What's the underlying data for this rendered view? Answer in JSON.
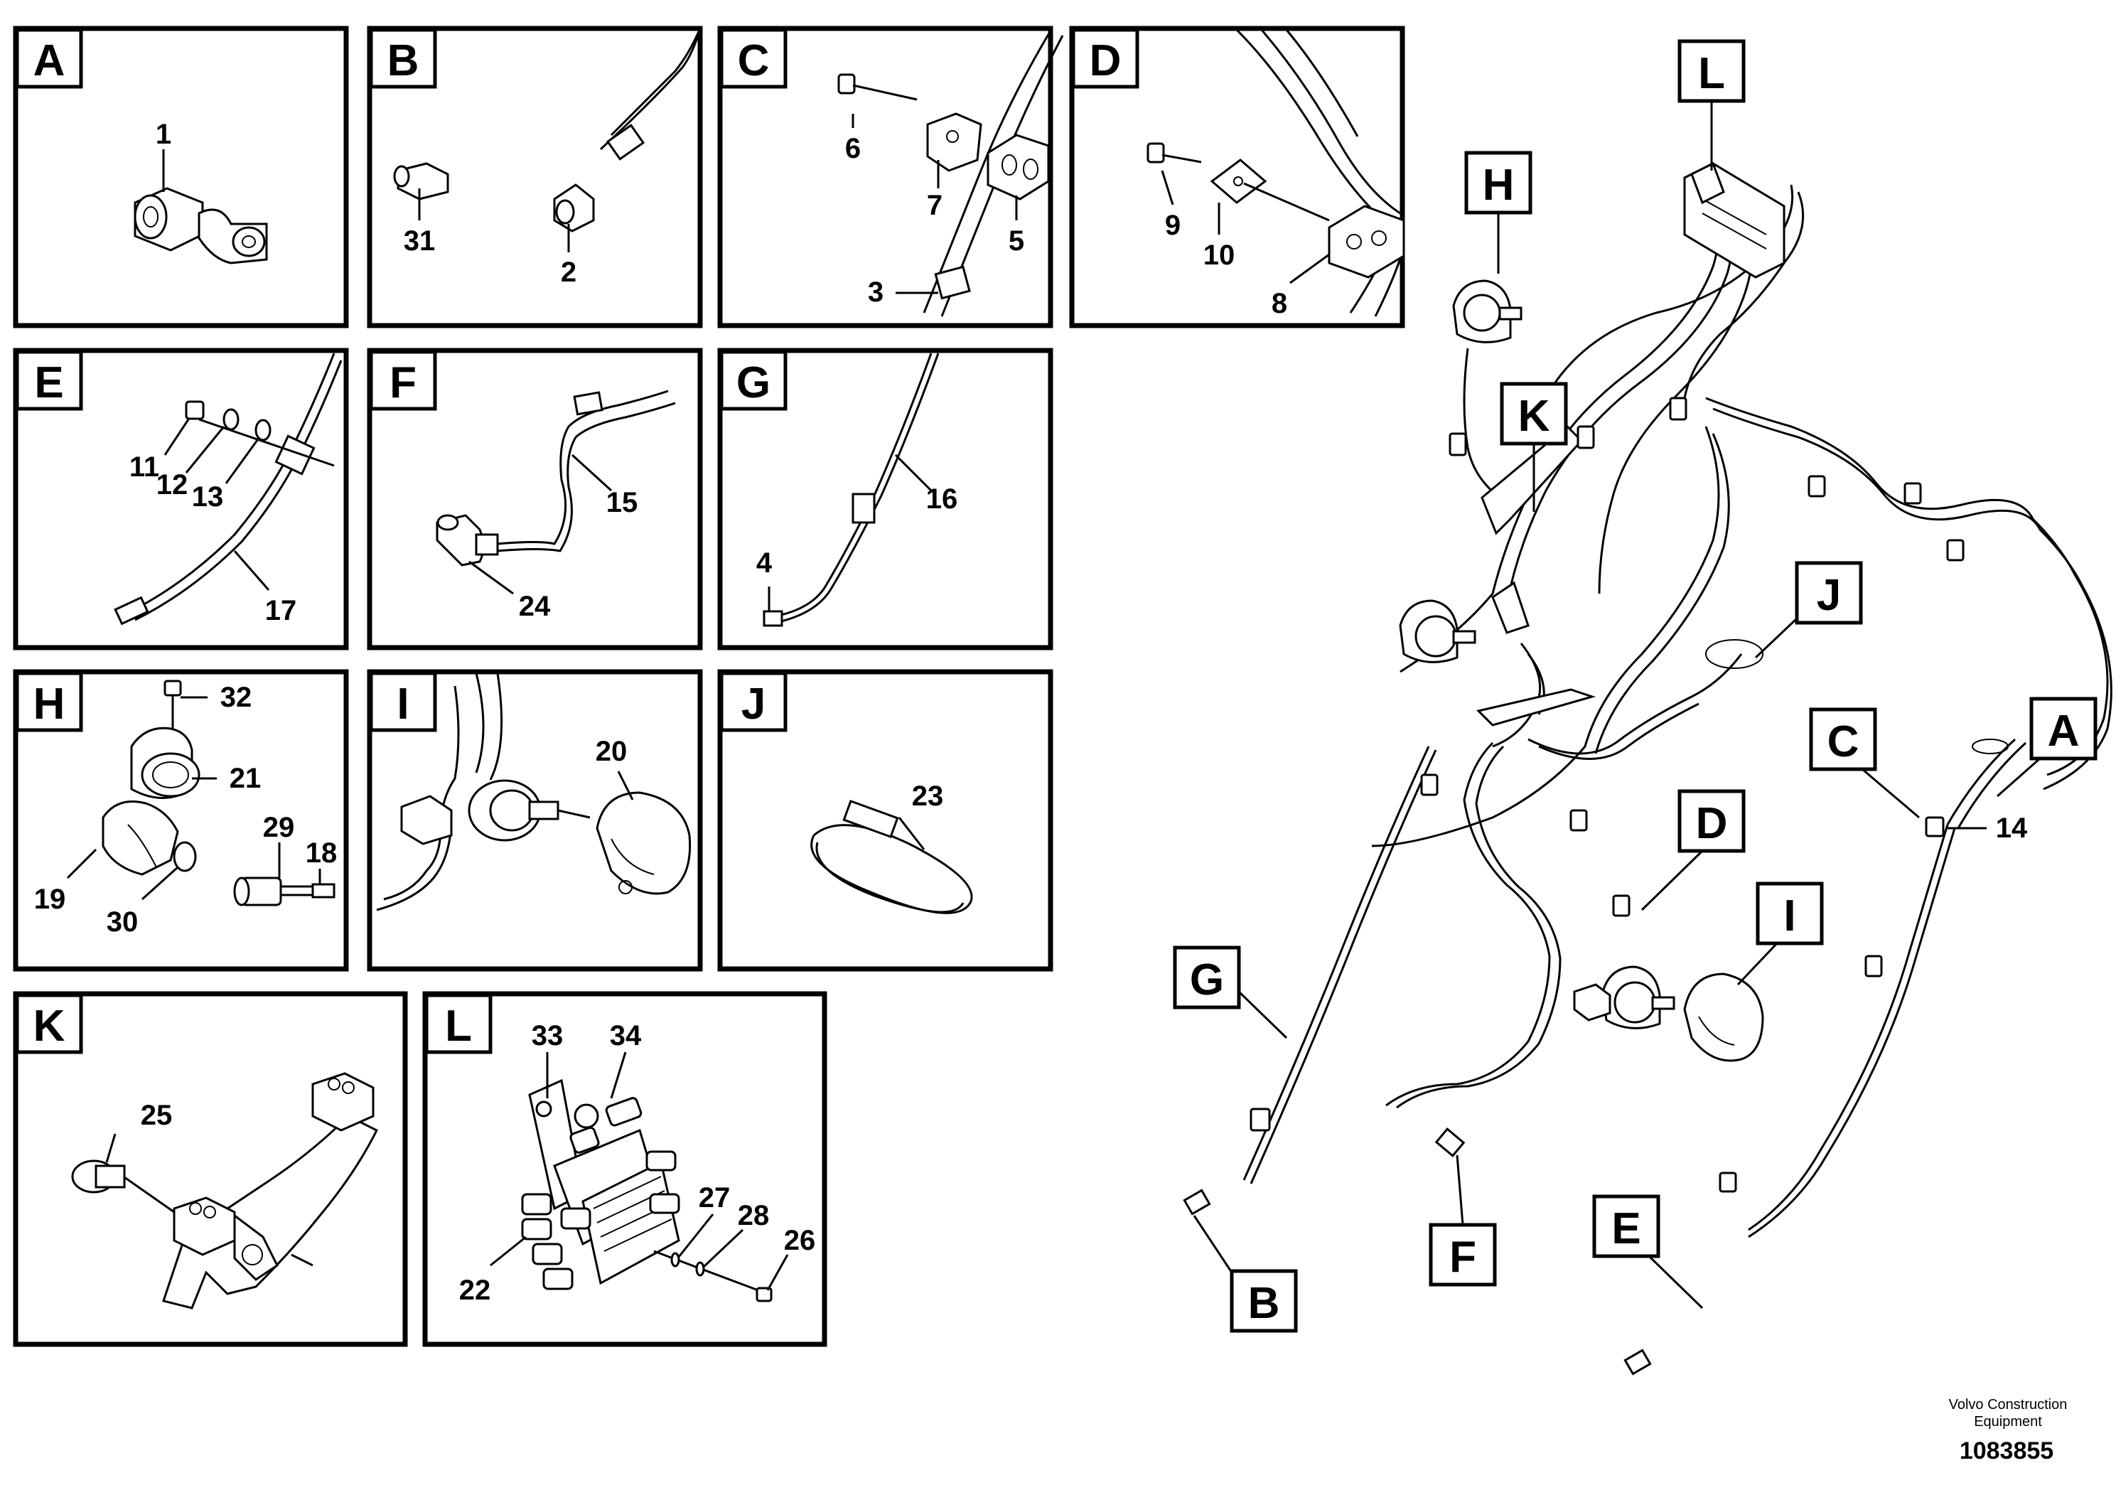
{
  "panels": [
    {
      "tag": "A",
      "parts": [
        "1"
      ]
    },
    {
      "tag": "B",
      "parts": [
        "31",
        "2"
      ]
    },
    {
      "tag": "C",
      "parts": [
        "6",
        "7",
        "5",
        "3"
      ]
    },
    {
      "tag": "D",
      "parts": [
        "9",
        "10",
        "8"
      ]
    },
    {
      "tag": "E",
      "parts": [
        "11",
        "12",
        "13",
        "17"
      ]
    },
    {
      "tag": "F",
      "parts": [
        "15",
        "24"
      ]
    },
    {
      "tag": "G",
      "parts": [
        "16",
        "4"
      ]
    },
    {
      "tag": "H",
      "parts": [
        "32",
        "21",
        "29",
        "18",
        "19",
        "30"
      ]
    },
    {
      "tag": "I",
      "parts": [
        "20"
      ]
    },
    {
      "tag": "J",
      "parts": [
        "23"
      ]
    },
    {
      "tag": "K",
      "parts": [
        "25"
      ]
    },
    {
      "tag": "L",
      "parts": [
        "33",
        "34",
        "27",
        "28",
        "26",
        "22"
      ]
    }
  ],
  "overview": {
    "tags": [
      "L",
      "H",
      "K",
      "J",
      "C",
      "A",
      "D",
      "I",
      "G",
      "F",
      "E",
      "B"
    ],
    "part_numbers": [
      "14"
    ]
  },
  "footer": {
    "brand_line1": "Volvo Construction",
    "brand_line2": "Equipment",
    "drawing_number": "1083855"
  }
}
